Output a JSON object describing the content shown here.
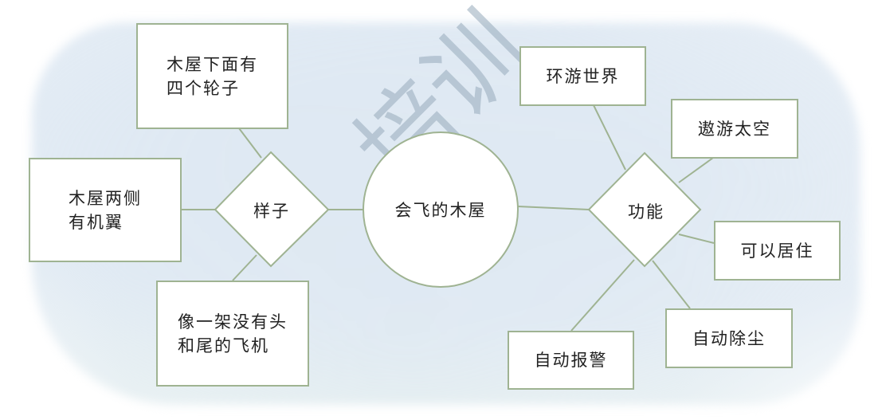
{
  "diagram": {
    "center": {
      "label": "会飞的木屋"
    },
    "branches": [
      {
        "label": "样子",
        "children": [
          "木屋下面有\n四个轮子",
          "木屋两侧\n有机翼",
          "像一架没有头\n和尾的飞机"
        ]
      },
      {
        "label": "功能",
        "children": [
          "环游世界",
          "遨游太空",
          "可以居住",
          "自动除尘",
          "自动报警"
        ]
      }
    ]
  },
  "watermark": "培训",
  "colors": {
    "border": "#9fb392",
    "background_wash": "#dfe9f3",
    "text": "#222222"
  }
}
